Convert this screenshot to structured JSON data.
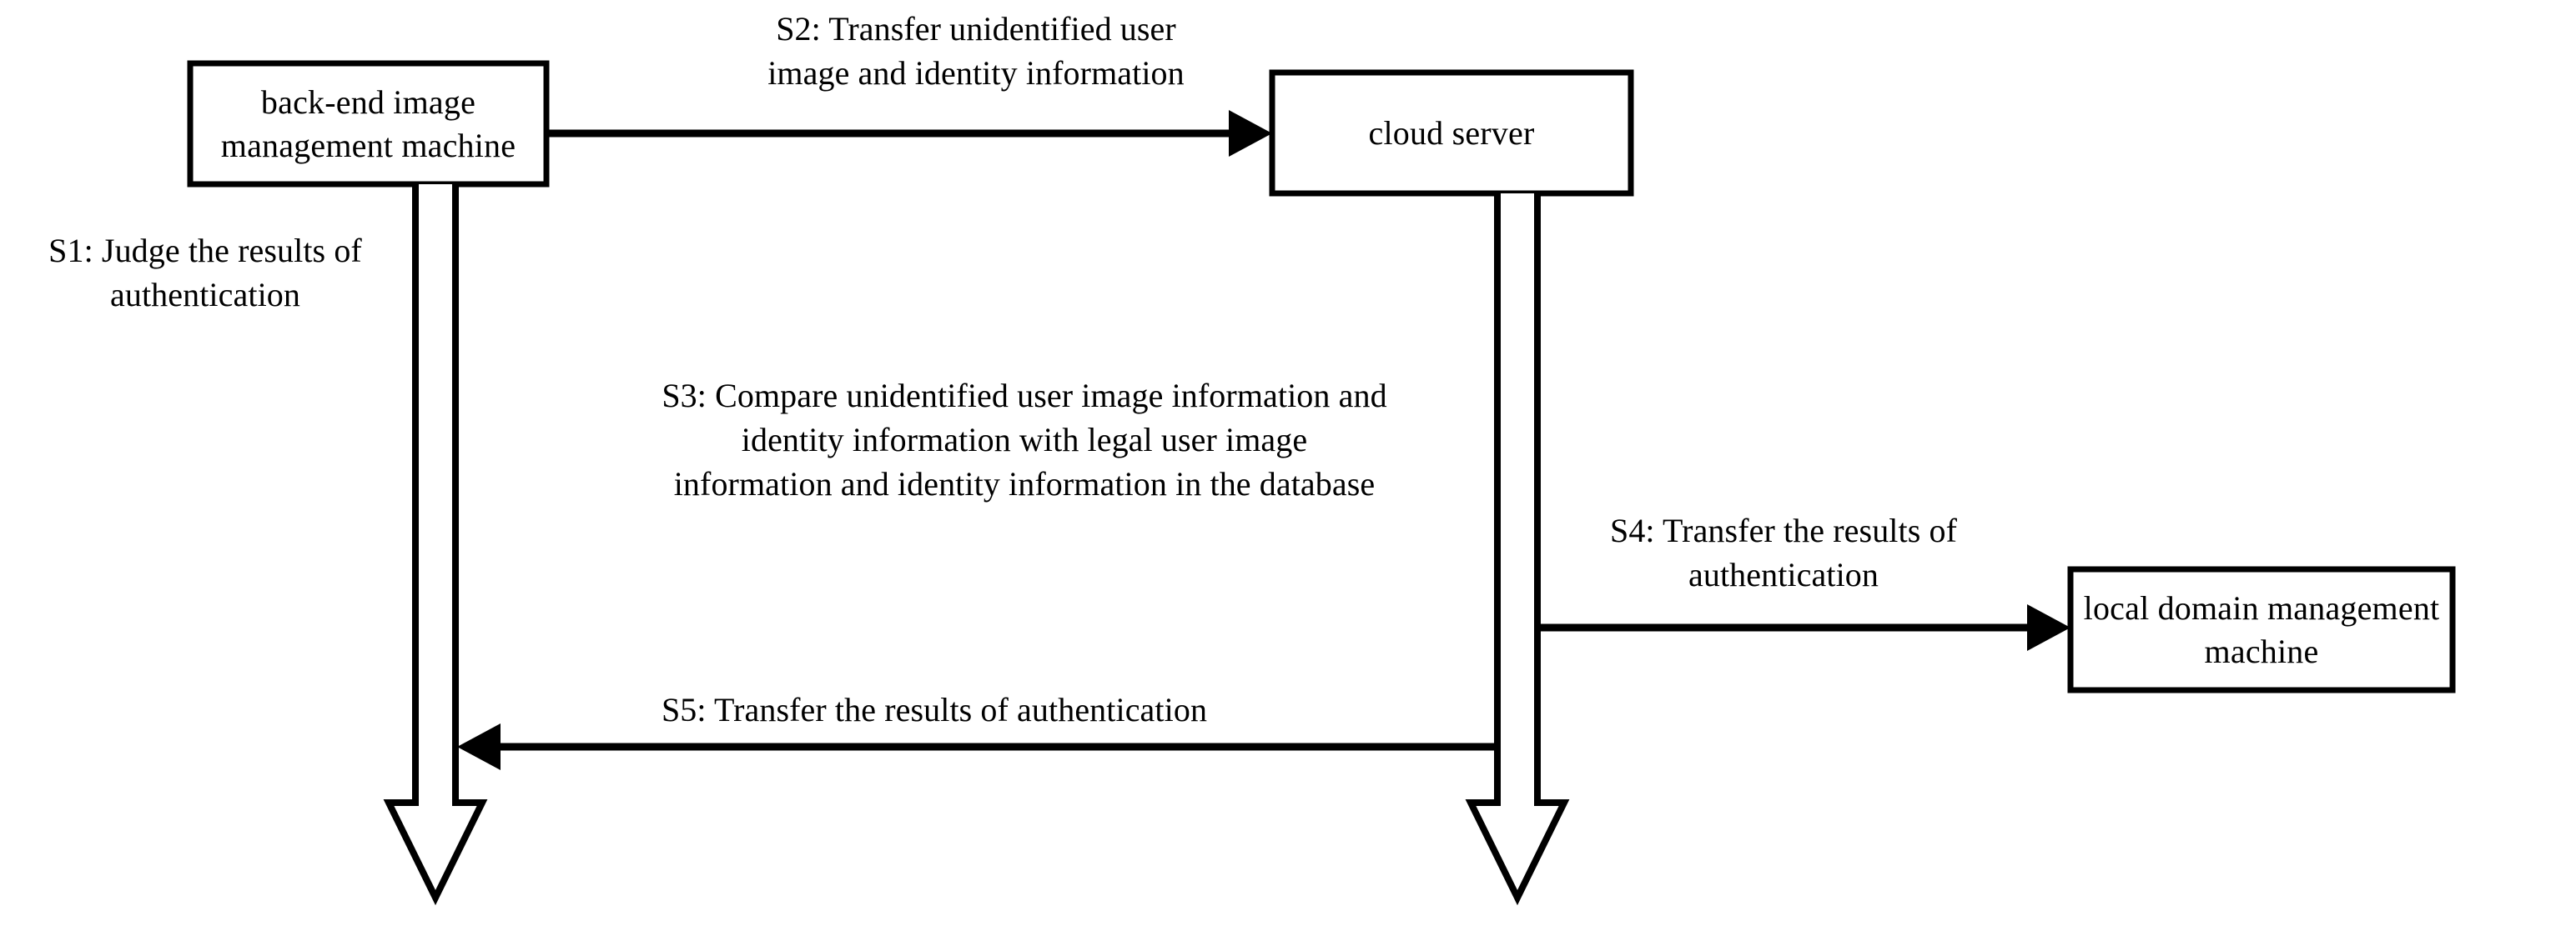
{
  "diagram": {
    "title": "Authentication sequence diagram",
    "type": "sequence-diagram",
    "background_color": "#ffffff",
    "stroke_color": "#000000",
    "nodes": [
      {
        "id": "backend",
        "label": "back-end image\nmanagement machine"
      },
      {
        "id": "cloud",
        "label": "cloud server"
      },
      {
        "id": "local",
        "label": "local domain management\nmachine"
      }
    ],
    "messages": [
      {
        "id": "s1",
        "step": "S1",
        "label": "S1: Judge the results of\nauthentication",
        "from": "backend",
        "to": "backend",
        "kind": "self-note"
      },
      {
        "id": "s2",
        "step": "S2",
        "label": "S2: Transfer unidentified user\nimage and identity information",
        "from": "backend",
        "to": "cloud",
        "kind": "arrow-right"
      },
      {
        "id": "s3",
        "step": "S3",
        "label": "S3: Compare unidentified user image information and\nidentity information with legal  user image\ninformation and identity information in the database",
        "from": "cloud",
        "to": "cloud",
        "kind": "self-note"
      },
      {
        "id": "s4",
        "step": "S4",
        "label": "S4: Transfer the results of\nauthentication",
        "from": "cloud",
        "to": "local",
        "kind": "arrow-right"
      },
      {
        "id": "s5",
        "step": "S5",
        "label": "S5: Transfer the results of authentication",
        "from": "cloud",
        "to": "backend",
        "kind": "arrow-left"
      }
    ],
    "lifelines": [
      {
        "id": "backend-lifeline",
        "owner": "backend",
        "style": "hollow-block-arrow-down"
      },
      {
        "id": "cloud-lifeline",
        "owner": "cloud",
        "style": "hollow-block-arrow-down"
      }
    ]
  }
}
